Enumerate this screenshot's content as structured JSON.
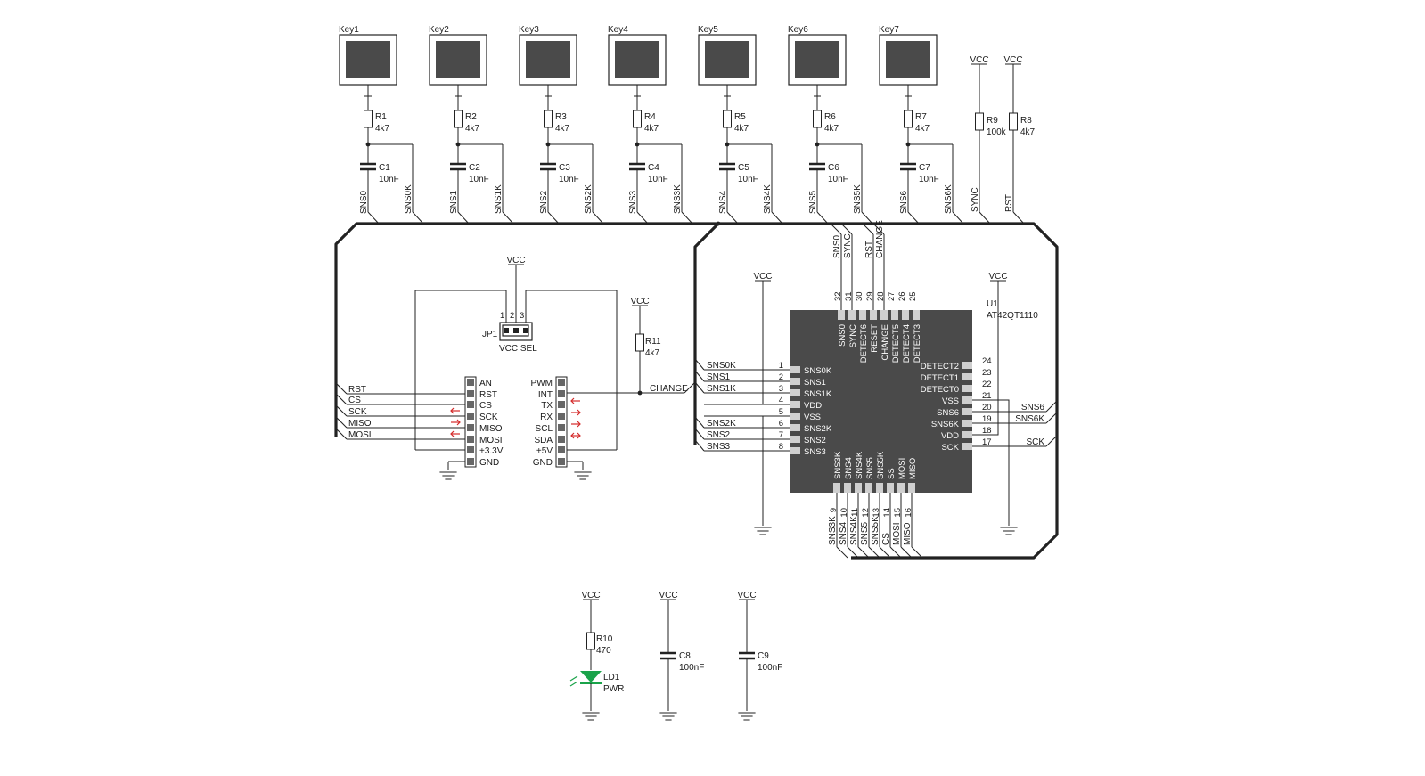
{
  "keys": [
    {
      "key": "Key1",
      "r": "R1",
      "rv": "4k7",
      "c": "C1",
      "cv": "10nF",
      "sns": "SNS0",
      "snsk": "SNS0K"
    },
    {
      "key": "Key2",
      "r": "R2",
      "rv": "4k7",
      "c": "C2",
      "cv": "10nF",
      "sns": "SNS1",
      "snsk": "SNS1K"
    },
    {
      "key": "Key3",
      "r": "R3",
      "rv": "4k7",
      "c": "C3",
      "cv": "10nF",
      "sns": "SNS2",
      "snsk": "SNS2K"
    },
    {
      "key": "Key4",
      "r": "R4",
      "rv": "4k7",
      "c": "C4",
      "cv": "10nF",
      "sns": "SNS3",
      "snsk": "SNS3K"
    },
    {
      "key": "Key5",
      "r": "R5",
      "rv": "4k7",
      "c": "C5",
      "cv": "10nF",
      "sns": "SNS4",
      "snsk": "SNS4K"
    },
    {
      "key": "Key6",
      "r": "R6",
      "rv": "4k7",
      "c": "C6",
      "cv": "10nF",
      "sns": "SNS5",
      "snsk": "SNS5K"
    },
    {
      "key": "Key7",
      "r": "R7",
      "rv": "4k7",
      "c": "C7",
      "cv": "10nF",
      "sns": "SNS6",
      "snsk": "SNS6K"
    }
  ],
  "vcc": "VCC",
  "pullups": [
    {
      "r": "R9",
      "rv": "100k",
      "net": "SYNC"
    },
    {
      "r": "R8",
      "rv": "4k7",
      "net": "RST"
    }
  ],
  "jumper": {
    "ref": "JP1",
    "label": "VCC SEL",
    "pins": [
      "1",
      "2",
      "3"
    ]
  },
  "r11": {
    "ref": "R11",
    "val": "4k7"
  },
  "change_net": "CHANGE",
  "mb_left": {
    "pins": [
      "AN",
      "RST",
      "CS",
      "SCK",
      "MISO",
      "MOSI",
      "+3.3V",
      "GND"
    ],
    "nets": [
      "RST",
      "CS",
      "SCK",
      "MISO",
      "MOSI"
    ]
  },
  "mb_right": {
    "pins": [
      "PWM",
      "INT",
      "TX",
      "RX",
      "SCL",
      "SDA",
      "+5V",
      "GND"
    ]
  },
  "ic": {
    "ref": "U1",
    "part": "AT42QT1110",
    "left_pins": [
      {
        "num": "1",
        "name": "SNS0K",
        "net": "SNS0K"
      },
      {
        "num": "2",
        "name": "SNS1",
        "net": "SNS1"
      },
      {
        "num": "3",
        "name": "SNS1K",
        "net": "SNS1K"
      },
      {
        "num": "4",
        "name": "VDD",
        "net": ""
      },
      {
        "num": "5",
        "name": "VSS",
        "net": ""
      },
      {
        "num": "6",
        "name": "SNS2K",
        "net": "SNS2K"
      },
      {
        "num": "7",
        "name": "SNS2",
        "net": "SNS2"
      },
      {
        "num": "8",
        "name": "SNS3",
        "net": "SNS3"
      }
    ],
    "right_pins": [
      {
        "num": "24",
        "name": "DETECT2",
        "net": ""
      },
      {
        "num": "23",
        "name": "DETECT1",
        "net": ""
      },
      {
        "num": "22",
        "name": "DETECT0",
        "net": ""
      },
      {
        "num": "21",
        "name": "VSS",
        "net": ""
      },
      {
        "num": "20",
        "name": "SNS6",
        "net": "SNS6"
      },
      {
        "num": "19",
        "name": "SNS6K",
        "net": "SNS6K"
      },
      {
        "num": "18",
        "name": "VDD",
        "net": ""
      },
      {
        "num": "17",
        "name": "SCK",
        "net": "SCK"
      }
    ],
    "top_pins": [
      {
        "num": "32",
        "name": "SNS0",
        "net": "SNS0"
      },
      {
        "num": "31",
        "name": "SYNC",
        "net": "SYNC"
      },
      {
        "num": "30",
        "name": "DETECT6",
        "net": ""
      },
      {
        "num": "29",
        "name": "RESET",
        "net": "RST"
      },
      {
        "num": "28",
        "name": "CHANGE",
        "net": "CHANGE"
      },
      {
        "num": "27",
        "name": "DETECT5",
        "net": ""
      },
      {
        "num": "26",
        "name": "DETECT4",
        "net": ""
      },
      {
        "num": "25",
        "name": "DETECT3",
        "net": ""
      }
    ],
    "bottom_pins": [
      {
        "num": "9",
        "name": "SNS3K",
        "net": "SNS3K"
      },
      {
        "num": "10",
        "name": "SNS4",
        "net": "SNS4"
      },
      {
        "num": "11",
        "name": "SNS4K",
        "net": "SNS4K"
      },
      {
        "num": "12",
        "name": "SNS5",
        "net": "SNS5"
      },
      {
        "num": "13",
        "name": "SNS5K",
        "net": "SNS5K"
      },
      {
        "num": "14",
        "name": "SS",
        "net": "CS"
      },
      {
        "num": "15",
        "name": "MOSI",
        "net": "MOSI"
      },
      {
        "num": "16",
        "name": "MISO",
        "net": "MISO"
      }
    ]
  },
  "power": {
    "r10": {
      "ref": "R10",
      "val": "470"
    },
    "led": {
      "ref": "LD1",
      "val": "PWR"
    },
    "c8": {
      "ref": "C8",
      "val": "100nF"
    },
    "c9": {
      "ref": "C9",
      "val": "100nF"
    }
  },
  "colors": {
    "wire": "#222222",
    "chip": "#4a4a4a",
    "led": "#1aa34a",
    "arrow": "#d42a2a"
  }
}
